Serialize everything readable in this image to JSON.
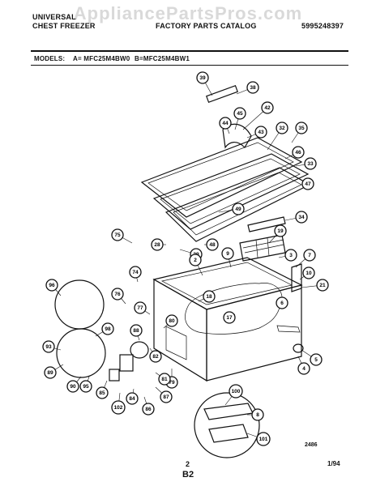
{
  "header": {
    "brand": "UNIVERSAL",
    "product": "CHEST FREEZER",
    "catalog": "FACTORY PARTS CATALOG",
    "doc_number": "5995248397",
    "models_label": "MODELS:",
    "model_a": "A= MFC25M4BW0",
    "model_b": "B=MFC25M4BW1"
  },
  "watermark": "AppliancePartsPros.com",
  "callouts": [
    {
      "id": "c39",
      "label": "39"
    },
    {
      "id": "c38",
      "label": "38"
    },
    {
      "id": "c42",
      "label": "42"
    },
    {
      "id": "c45",
      "label": "45"
    },
    {
      "id": "c44",
      "label": "44"
    },
    {
      "id": "c43",
      "label": "43"
    },
    {
      "id": "c32",
      "label": "32"
    },
    {
      "id": "c35",
      "label": "35"
    },
    {
      "id": "c46",
      "label": "46"
    },
    {
      "id": "c33",
      "label": "33"
    },
    {
      "id": "c47",
      "label": "47"
    },
    {
      "id": "c49",
      "label": "49"
    },
    {
      "id": "c34",
      "label": "34"
    },
    {
      "id": "c19",
      "label": "19"
    },
    {
      "id": "c75",
      "label": "75"
    },
    {
      "id": "c28",
      "label": "28"
    },
    {
      "id": "c48",
      "label": "48"
    },
    {
      "id": "c29",
      "label": "29"
    },
    {
      "id": "c2",
      "label": "2"
    },
    {
      "id": "c9",
      "label": "9"
    },
    {
      "id": "c3",
      "label": "3"
    },
    {
      "id": "c7",
      "label": "7"
    },
    {
      "id": "c74",
      "label": "74"
    },
    {
      "id": "c10",
      "label": "10"
    },
    {
      "id": "c96",
      "label": "96"
    },
    {
      "id": "c21",
      "label": "21"
    },
    {
      "id": "c76",
      "label": "76"
    },
    {
      "id": "c18",
      "label": "18"
    },
    {
      "id": "c6",
      "label": "6"
    },
    {
      "id": "c77",
      "label": "77"
    },
    {
      "id": "c17",
      "label": "17"
    },
    {
      "id": "c80",
      "label": "80"
    },
    {
      "id": "c98",
      "label": "98"
    },
    {
      "id": "c88",
      "label": "88"
    },
    {
      "id": "c93",
      "label": "93"
    },
    {
      "id": "c5",
      "label": "5"
    },
    {
      "id": "c89",
      "label": "89"
    },
    {
      "id": "c4",
      "label": "4"
    },
    {
      "id": "c82",
      "label": "82"
    },
    {
      "id": "c79",
      "label": "79"
    },
    {
      "id": "c81",
      "label": "81"
    },
    {
      "id": "c90",
      "label": "90"
    },
    {
      "id": "c95",
      "label": "95"
    },
    {
      "id": "c85",
      "label": "85"
    },
    {
      "id": "c87",
      "label": "87"
    },
    {
      "id": "c102",
      "label": "102"
    },
    {
      "id": "c84",
      "label": "84"
    },
    {
      "id": "c86",
      "label": "86"
    },
    {
      "id": "c100",
      "label": "100"
    },
    {
      "id": "c8",
      "label": "8"
    },
    {
      "id": "c101",
      "label": "101"
    }
  ],
  "footer": {
    "drawing_number": "2486",
    "page_number": "2",
    "page_code": "B2",
    "date": "1/94"
  }
}
